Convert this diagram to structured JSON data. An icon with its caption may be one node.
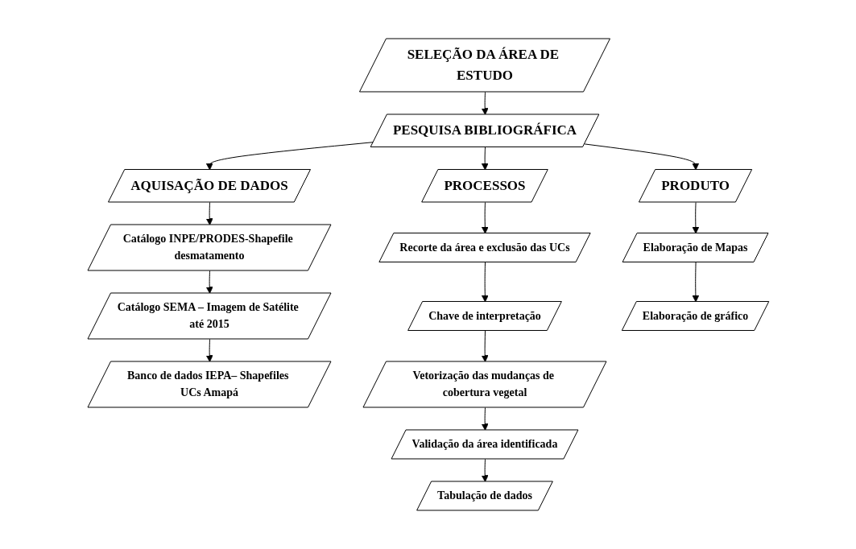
{
  "diagram": {
    "nodes": [
      {
        "text": [
          "SELEÇÃO DA ÁREA DE ESTUDO"
        ]
      },
      {
        "text": [
          "PESQUISA BIBLIOGRÁFICA"
        ]
      },
      {
        "text": [
          "AQUISAÇÃO DE DADOS"
        ]
      },
      {
        "text": [
          "PROCESSOS"
        ]
      },
      {
        "text": [
          "PRODUTO"
        ]
      },
      {
        "text": [
          "Catálogo INPE/PRODES-Shapefile desmatamento"
        ]
      },
      {
        "text": [
          "Catálogo SEMA – Imagem de Satélite até 2015"
        ]
      },
      {
        "text": [
          "Banco de dados IEPA– Shapefiles UCs Amapá"
        ]
      },
      {
        "text": [
          "Recorte da área e exclusão das UCs"
        ]
      },
      {
        "text": [
          "Chave de interpretação"
        ]
      },
      {
        "text": [
          "Vetorização das mudanças de cobertura vegetal"
        ]
      },
      {
        "text": [
          "Validação da área identificada"
        ]
      },
      {
        "text": [
          "Tabulação de dados"
        ]
      },
      {
        "text": [
          "Elaboração de Mapas"
        ]
      },
      {
        "text": [
          "Elaboração de gráfico"
        ]
      }
    ],
    "edges": [
      {
        "from": 0,
        "to": 1,
        "arrow": "to"
      },
      {
        "from": 1,
        "to": 2,
        "arrow": "to"
      },
      {
        "from": 1,
        "to": 3,
        "arrow": "to"
      },
      {
        "from": 1,
        "to": 4,
        "arrow": "to"
      },
      {
        "from": 2,
        "to": 5,
        "arrow": "to"
      },
      {
        "from": 5,
        "to": 6,
        "arrow": "to"
      },
      {
        "from": 6,
        "to": 7,
        "arrow": "to"
      },
      {
        "from": 3,
        "to": 8,
        "arrow": "to"
      },
      {
        "from": 8,
        "to": 9,
        "arrow": "to"
      },
      {
        "from": 9,
        "to": 10,
        "arrow": "to"
      },
      {
        "from": 10,
        "to": 11,
        "arrow": "to"
      },
      {
        "from": 11,
        "to": 12,
        "arrow": "to"
      },
      {
        "from": 4,
        "to": 13,
        "arrow": "to"
      },
      {
        "from": 13,
        "to": 14,
        "arrow": "to"
      }
    ]
  }
}
